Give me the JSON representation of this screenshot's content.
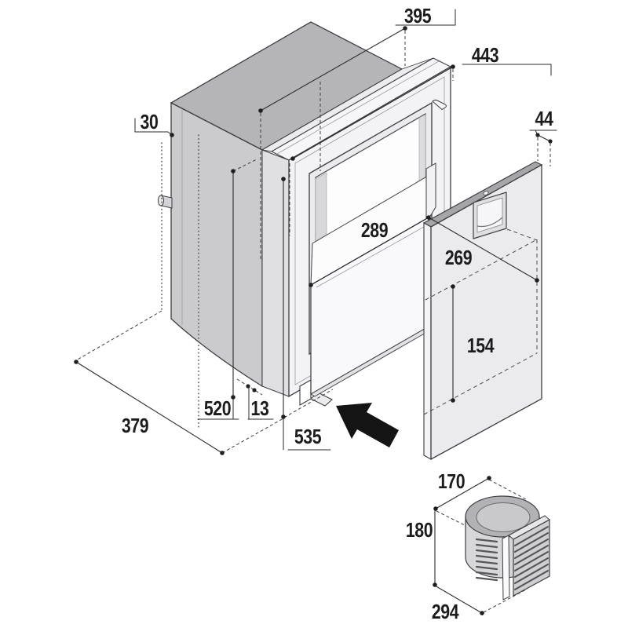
{
  "diagram": {
    "figure": "exploded-isometric-dimension-drawing",
    "subject": "built-in drawer refrigerator with separate cooling unit",
    "units_shown": "none (numeric callouts only)",
    "colors": {
      "background": "#ffffff",
      "line": "#3e3e42",
      "cabinet_top": "#b5b5b8",
      "cabinet_side": "#cbcbce",
      "flange": "#f3f3f5",
      "door_face": "#ebebed",
      "door_top_edge": "#a6a6a9",
      "arrow": "#141414"
    },
    "dims": {
      "liner_width": "395",
      "flange_width": "443",
      "side_clearance": "30",
      "top_clearance": "44",
      "drawer_inner_width": "289",
      "cutout_width": "269",
      "cutout_height": "154",
      "liner_height": "520",
      "flange_lip": "13",
      "flange_height": "535",
      "depth": "379",
      "unit_width": "170",
      "unit_height": "180",
      "unit_depth": "294"
    }
  }
}
